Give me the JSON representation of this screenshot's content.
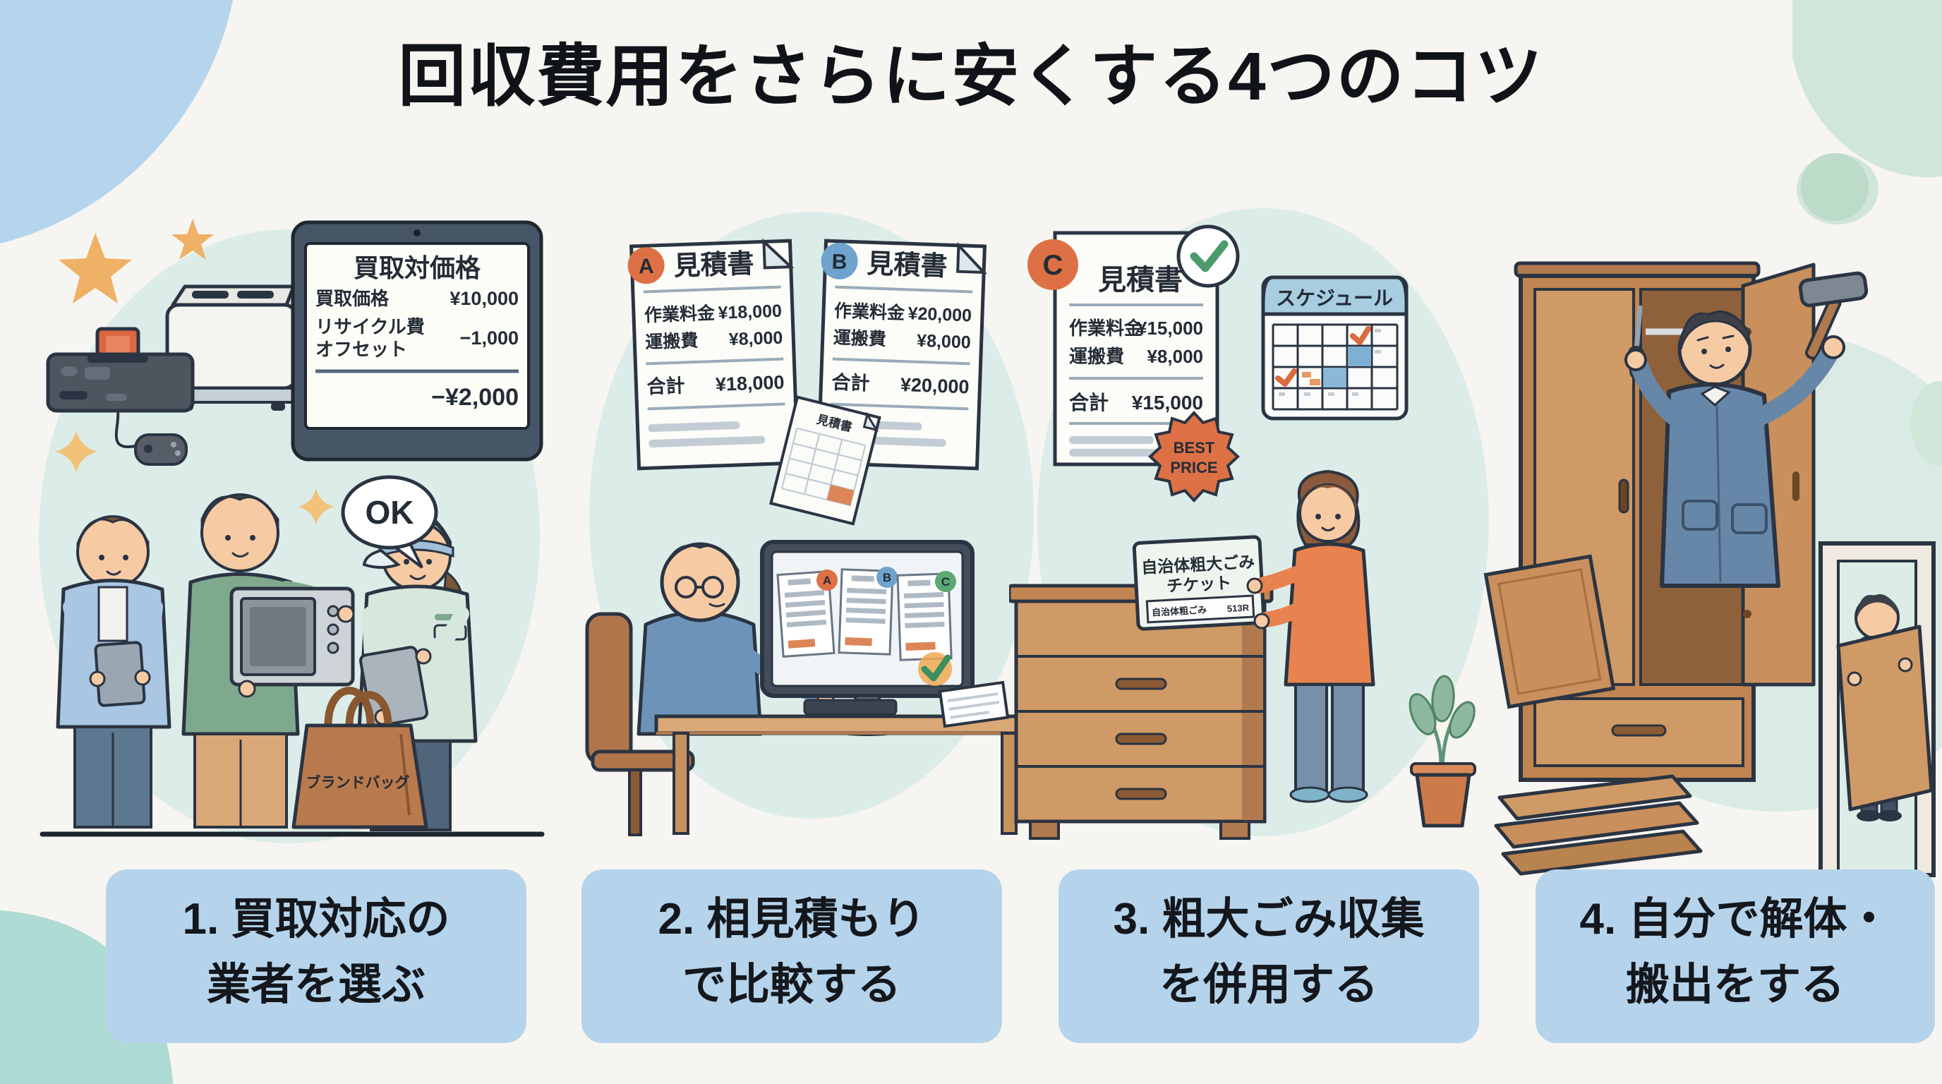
{
  "title": "回収費用をさらに安くする4つのコツ",
  "panel1": {
    "tablet": {
      "title": "買取対価格",
      "row1_label": "買取価格",
      "row1_value": "¥10,000",
      "row2_label_line1": "リサイクル費",
      "row2_label_line2": "オフセット",
      "row2_value": "−1,000",
      "total_value": "−¥2,000"
    },
    "ok_label": "OK",
    "bag_label": "ブランドバッグ"
  },
  "panel2": {
    "quote_a": {
      "badge": "A",
      "title": "見積書",
      "row1_label": "作業料金",
      "row1_value": "¥18,000",
      "row2_label": "運搬費",
      "row2_value": "¥8,000",
      "total_label": "合計",
      "total_value": "¥18,000"
    },
    "quote_b": {
      "badge": "B",
      "title": "見積書",
      "row1_label": "作業料金",
      "row1_value": "¥20,000",
      "row2_label": "運搬費",
      "row2_value": "¥8,000",
      "total_label": "合計",
      "total_value": "¥20,000"
    },
    "mini_doc_title": "見積書",
    "screen": {
      "badge_a": "A",
      "badge_b": "B",
      "badge_c": "C"
    }
  },
  "panel3": {
    "quote_c": {
      "badge": "C",
      "title": "見積書",
      "row1_label": "作業料金",
      "row1_value": "¥15,000",
      "row2_label": "運搬費",
      "row2_value": "¥8,000",
      "total_label": "合計",
      "total_value": "¥15,000"
    },
    "best_price_line1": "BEST",
    "best_price_line2": "PRICE",
    "calendar_title": "スケジュール",
    "ticket_line1": "自治体粗大ごみ",
    "ticket_line2": "チケット",
    "ticket_sub_label": "自治体粗ごみ",
    "ticket_sub_code": "513R"
  },
  "captions": [
    {
      "line1": "1. 買取対応の",
      "line2": "業者を選ぶ"
    },
    {
      "line1": "2. 相見積もり",
      "line2": "で比較する"
    },
    {
      "line1": "3. 粗大ごみ収集",
      "line2": "を併用する"
    },
    {
      "line1": "4. 自分で解体・",
      "line2": "搬出をする"
    }
  ],
  "colors": {
    "accent_orange": "#dd7145",
    "badge_blue": "#6fa3cd",
    "badge_green": "#5ba873",
    "caption_bg": "#b5d4ec",
    "mint_bg": "#dcece8",
    "outline": "#2b3442"
  }
}
